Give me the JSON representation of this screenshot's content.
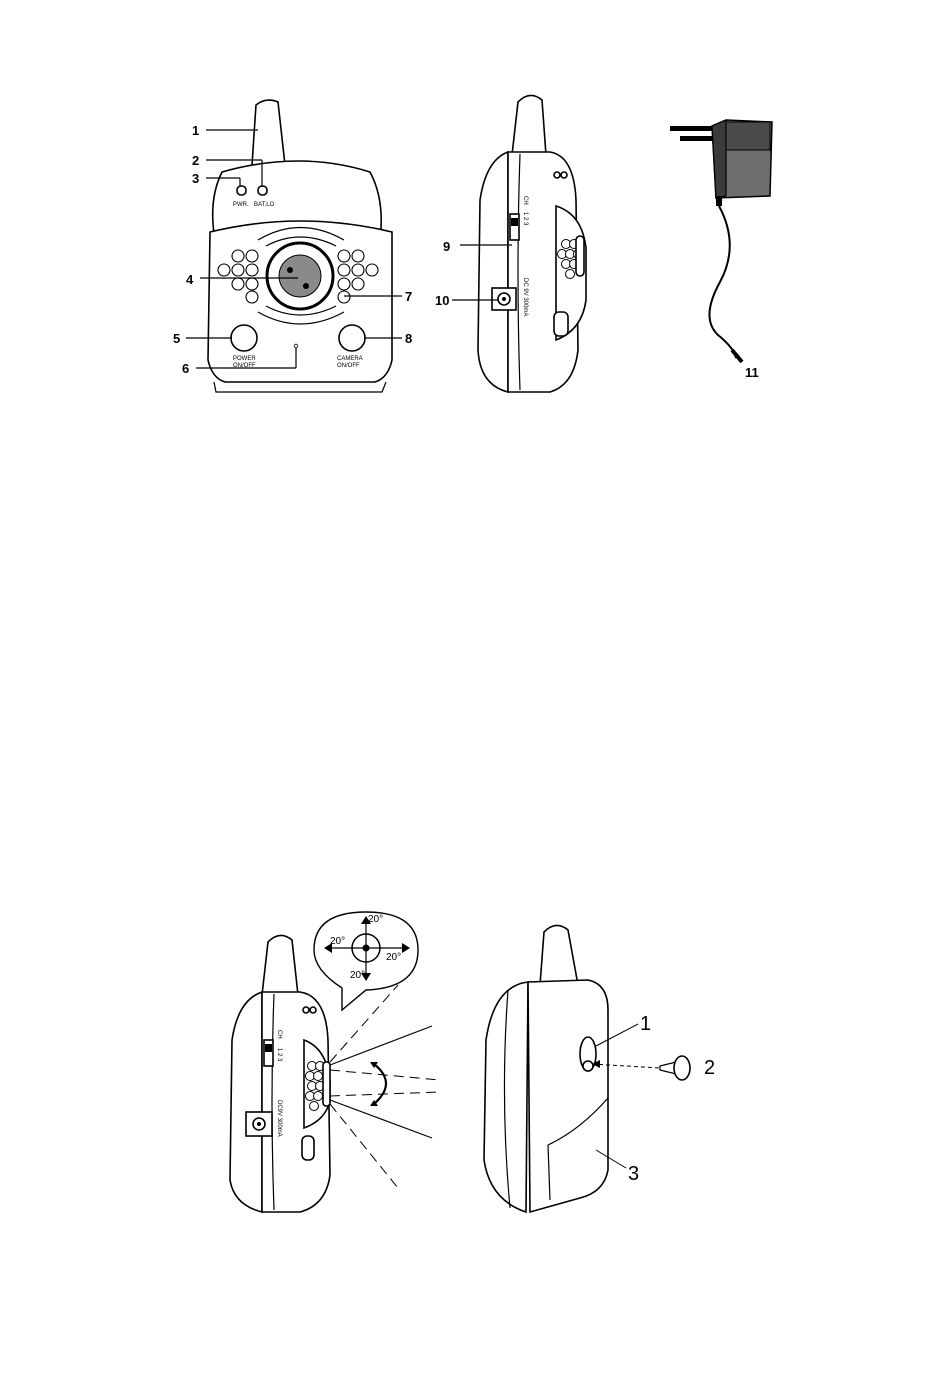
{
  "figure_top": {
    "callouts": [
      "1",
      "2",
      "3",
      "4",
      "5",
      "6",
      "7",
      "8",
      "9",
      "10",
      "11"
    ],
    "front_labels": {
      "pwr": "PWR.",
      "batlo": "BAT.LO",
      "power_l1": "POWER",
      "power_l2": "ON/OFF",
      "camera_l1": "CAMERA",
      "camera_l2": "ON/OFF"
    },
    "side_labels": {
      "ch": "CH",
      "ch_nums": "1 2 3",
      "dc": "DC 9V 300mA"
    }
  },
  "figure_bottom": {
    "angles": [
      "20°",
      "20°",
      "20°",
      "20°"
    ],
    "side_labels": {
      "ch": "CH",
      "ch_nums": "1 2 3",
      "dc": "DC9V 300mA"
    },
    "callouts": [
      "1",
      "2",
      "3"
    ]
  }
}
